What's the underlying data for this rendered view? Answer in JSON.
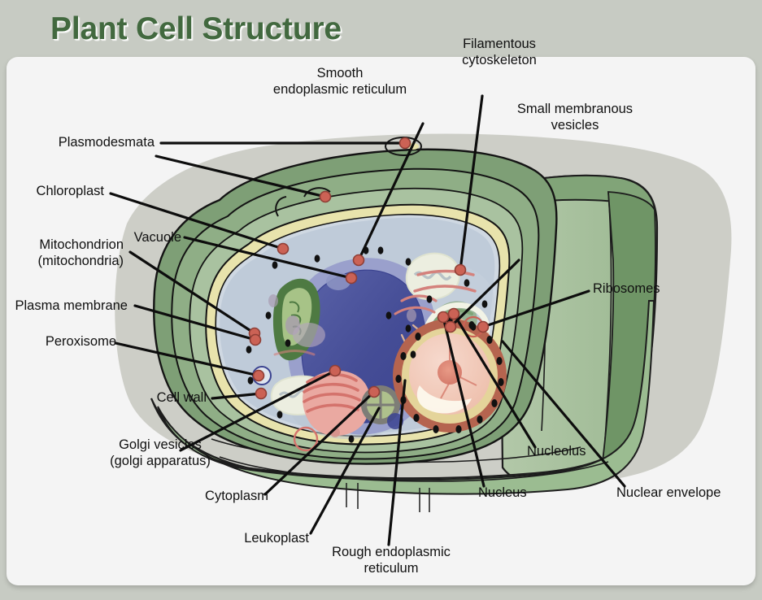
{
  "header": {
    "title": "Plant Cell Structure",
    "title_color": "#42693f",
    "band_color": "#c7cbc3"
  },
  "card": {
    "background": "#f4f4f4"
  },
  "diagram": {
    "subject": "plant-cell-cutaway",
    "colors": {
      "cell_wall_outer": "#7e9f76",
      "cell_wall_mid": "#8fae86",
      "cell_wall_light": "#a9c2a0",
      "cell_wall_pale": "#c2d2b8",
      "plasma_membrane": "#e8e3ac",
      "cytoplasm": "#bfcbd9",
      "cytoplasm_light": "#cfd8e2",
      "vacuole": "#4a529b",
      "vacuole_rim": "#9aa0cc",
      "chloroplast": "#4e7a42",
      "chloroplast_thylakoid": "#a7c387",
      "nucleus_envelope": "#b5644f",
      "nucleus_inner": "#e4d49a",
      "nucleoplasm": "#f0c3b2",
      "nucleolus": "#d98878",
      "golgi": "#d98a82",
      "er_strand": "#d4817c",
      "mitochondrion": "#eceee0",
      "leukoplast": "#7d7d77",
      "leader_line": "#0d0d0d",
      "leader_dot": "#cb6255",
      "ribosome_dot": "#111111",
      "shadow": "#cdcec7"
    }
  },
  "labels": [
    {
      "id": "plasmodesmata",
      "text": "Plasmodesmata",
      "lines": [
        "Plasmodesmata"
      ]
    },
    {
      "id": "chloroplast",
      "text": "Chloroplast",
      "lines": [
        "Chloroplast"
      ]
    },
    {
      "id": "mitochondrion",
      "text": "Mitochondrion (mitochondria)",
      "lines": [
        "Mitochondrion",
        "(mitochondria)"
      ]
    },
    {
      "id": "plasma-membrane",
      "text": "Plasma membrane",
      "lines": [
        "Plasma membrane"
      ]
    },
    {
      "id": "peroxisome",
      "text": "Peroxisome",
      "lines": [
        "Peroxisome"
      ]
    },
    {
      "id": "cell-wall",
      "text": "Cell wall",
      "lines": [
        "Cell wall"
      ]
    },
    {
      "id": "golgi-vesicles",
      "text": "Golgi vesicles (golgi apparatus)",
      "lines": [
        "Golgi vesicles",
        "(golgi apparatus)"
      ]
    },
    {
      "id": "cytoplasm",
      "text": "Cytoplasm",
      "lines": [
        "Cytoplasm"
      ]
    },
    {
      "id": "leukoplast",
      "text": "Leukoplast",
      "lines": [
        "Leukoplast"
      ]
    },
    {
      "id": "vacuole",
      "text": "Vacuole",
      "lines": [
        "Vacuole"
      ]
    },
    {
      "id": "smooth-er",
      "text": "Smooth endoplasmic reticulum",
      "lines": [
        "Smooth",
        "endoplasmic reticulum"
      ]
    },
    {
      "id": "filamentous-cytoskeleton",
      "text": "Filamentous cytoskeleton",
      "lines": [
        "Filamentous",
        "cytoskeleton"
      ]
    },
    {
      "id": "small-membranous-vesicles",
      "text": "Small membranous vesicles",
      "lines": [
        "Small membranous",
        "vesicles"
      ]
    },
    {
      "id": "ribosomes",
      "text": "Ribosomes",
      "lines": [
        "Ribosomes"
      ]
    },
    {
      "id": "nucleolus",
      "text": "Nucleolus",
      "lines": [
        "Nucleolus"
      ]
    },
    {
      "id": "nucleus",
      "text": "Nucleus",
      "lines": [
        "Nucleus"
      ]
    },
    {
      "id": "nuclear-envelope",
      "text": "Nuclear envelope",
      "lines": [
        "Nuclear envelope"
      ]
    },
    {
      "id": "rough-er",
      "text": "Rough endoplasmic reticulum",
      "lines": [
        "Rough endoplasmic",
        "reticulum"
      ]
    }
  ]
}
